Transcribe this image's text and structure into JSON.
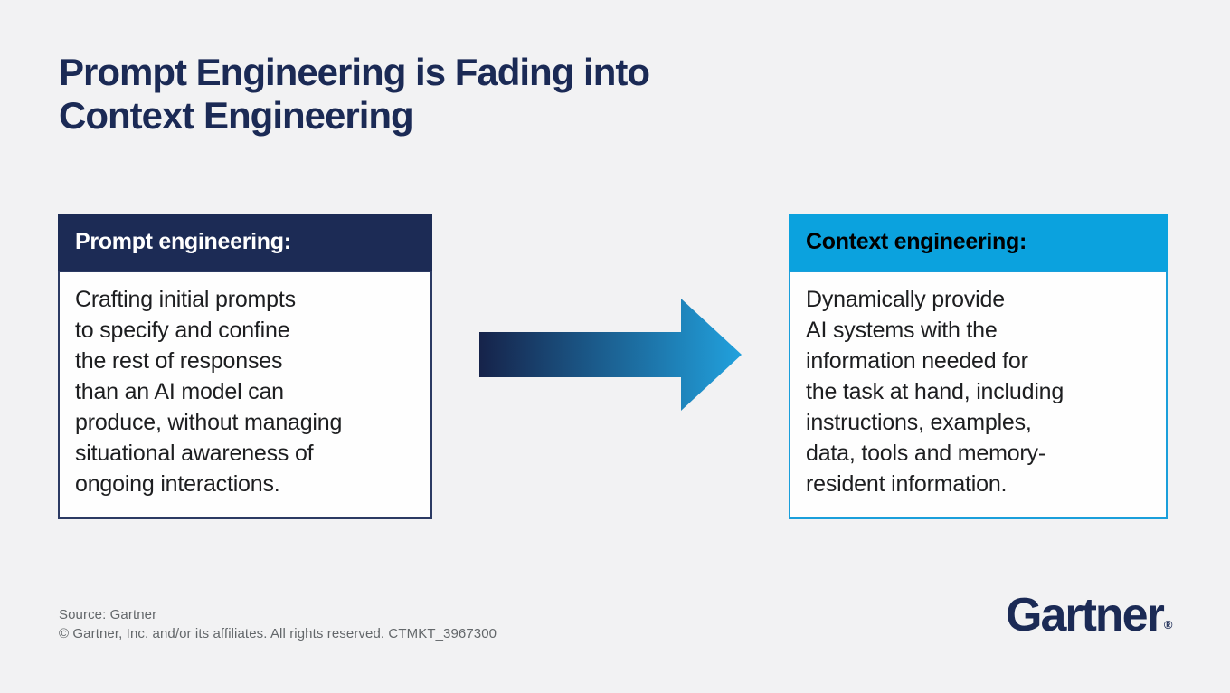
{
  "page": {
    "background": "#f2f2f3",
    "title_line1": "Prompt Engineering is Fading into",
    "title_line2": "Context Engineering",
    "title_color": "#1b2a55"
  },
  "cards": {
    "prompt": {
      "header": "Prompt engineering:",
      "header_bg": "#1c2b55",
      "header_text_color": "#ffffff",
      "border_color": "#2b3a63",
      "body": "Crafting initial prompts\nto specify and confine\nthe rest of responses\nthan an AI model can\nproduce, without managing\nsituational awareness of\nongoing interactions."
    },
    "context": {
      "header": "Context engineering:",
      "header_bg": "#0ba2de",
      "header_text_color": "#000000",
      "border_color": "#1a9fdb",
      "body": "Dynamically provide\nAI systems with the\ninformation needed for\nthe task at hand, including\ninstructions, examples,\ndata, tools and memory-\nresident information."
    }
  },
  "arrow": {
    "direction": "right",
    "gradient_start": "#16234a",
    "gradient_end": "#21a1dd"
  },
  "footer": {
    "source": "Source: Gartner",
    "copyright": "© Gartner, Inc. and/or its affiliates. All rights reserved. CTMKT_3967300",
    "logo_text": "Gartner",
    "registered_mark": "®"
  }
}
